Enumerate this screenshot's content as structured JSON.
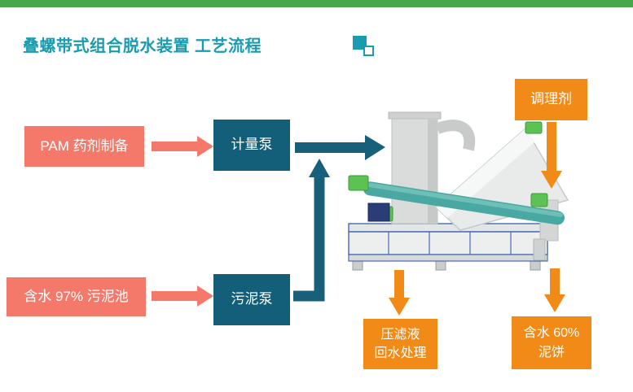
{
  "header": {
    "title": "叠螺带式组合脱水装置",
    "subtitle": "工艺流程"
  },
  "nodes": {
    "pam_preparation": {
      "label": "PAM 药剂制备"
    },
    "metering_pump": {
      "label": "计量泵"
    },
    "conditioner": {
      "label": "调理剂"
    },
    "sludge_pool": {
      "label": "含水 97% 污泥池"
    },
    "sludge_pump": {
      "label": "污泥泵"
    },
    "filtrate_treatment": {
      "line1": "压滤液",
      "line2": "回水处理"
    },
    "mud_cake": {
      "line1": "含水 60%",
      "line2": "泥饼"
    }
  },
  "icons": {
    "title_marker": "double-square-icon",
    "machine": "screw-press-dewatering-machine-illustration"
  },
  "colors": {
    "accent_green": "#4aa64a",
    "title_teal": "#1a9cb0",
    "salmon": "#f4796b",
    "dark_teal": "#135e78",
    "orange": "#f28a17",
    "machine_teal": "#4aa8a2",
    "machine_green": "#5cc253",
    "frame_blue": "#4a68b0"
  }
}
